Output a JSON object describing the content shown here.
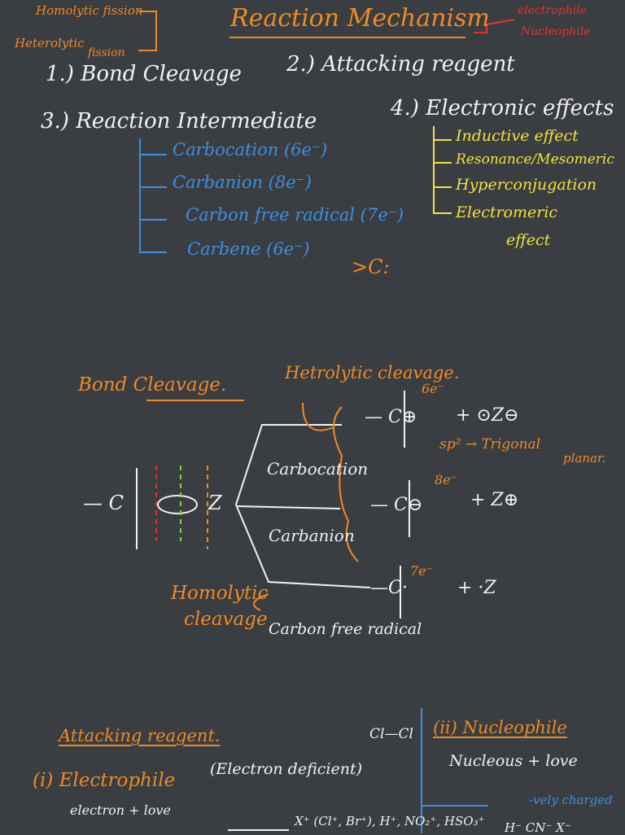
{
  "colors": {
    "background": "#3a3d42",
    "white": "#f2f2f2",
    "orange": "#f08a24",
    "blue": "#3d8fe0",
    "yellow": "#f5e23a",
    "red": "#e8312f"
  },
  "top": {
    "homolytic": "Homolytic fission",
    "heterolytic": "Heterolytic",
    "fission": "fission",
    "title": "Reaction Mechanism",
    "electrophile": "electrophile",
    "nucleophile": "Nucleophile"
  },
  "list": {
    "bond": "1.) Bond Cleavage",
    "attack": "2.) Attacking reagent",
    "intermediate": "3.) Reaction Intermediate",
    "electronic": "4.) Electronic effects"
  },
  "intermediates": {
    "carbocation": "Carbocation (6e⁻)",
    "carbanion": "Carbanion (8e⁻)",
    "radical": "Carbon free radical (7e⁻)",
    "carbene": "Carbene (6e⁻)",
    "carbene_symbol": ">C:"
  },
  "effects": {
    "inductive": "Inductive effect",
    "resonance": "Resonance/Mesomeric",
    "hyper": "Hyperconjugation",
    "electromeric1": "Electromeric",
    "electromeric2": "effect"
  },
  "cleavage": {
    "heading": "Bond Cleavage.",
    "hetero": "Hetrolytic cleavage.",
    "six_e": "6e⁻",
    "eight_e": "8e⁻",
    "seven_e": "7e⁻",
    "c_plus": "— C⊕",
    "plus_z_minus": "+ ⊙Z⊖",
    "sp2": "sp² → Trigonal",
    "planar": "planar.",
    "carbocation": "Carbocation",
    "c_minus": "— C⊖",
    "plus_z_plus": "+ Z⊕",
    "carbanion": "Carbanion",
    "homo1": "Homolytic",
    "homo2": "cleavage",
    "c_dot": "—C·",
    "plus_z_dot": "+ ·Z",
    "free_radical": "Carbon free radical",
    "cz": "— C",
    "z": "Z"
  },
  "attacking": {
    "heading": "Attacking reagent.",
    "electrophile": "(i) Electrophile",
    "deficient": "(Electron deficient)",
    "electron_love": "electron + love",
    "species": "X⁺ (Cl⁺, Br⁺), H⁺, NO₂⁺, HSO₃⁺",
    "cl_cl": "Cl—Cl",
    "nucleophile": "(ii) Nucleophile",
    "nucleus_love": "Nucleous + love",
    "vely": "-vely charged",
    "anions": "H⁻  CN⁻  X⁻"
  }
}
